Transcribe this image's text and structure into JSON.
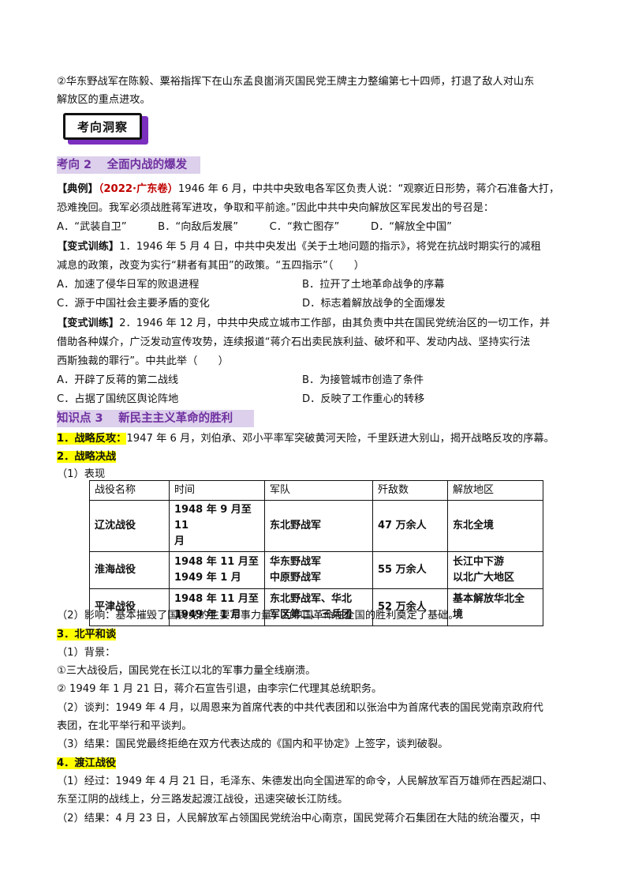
{
  "intro": {
    "line1": "②华东野战军在陈毅、粟裕指挥下在山东孟良崮消灭国民党王牌主力整编第七十四师，打退了敌人对山东",
    "line2": "解放区的重点进攻。"
  },
  "banner": {
    "label": "考向洞察"
  },
  "section2": {
    "title": "考向 2　 全面内战的爆发",
    "example": {
      "tag": "【典例】",
      "source": "（2022·广东卷）",
      "line1": "1946 年 6 月，中共中央致电各军区负责人说：“观察近日形势，蒋介石准备大打，",
      "line2": "恐难挽回。我军必须战胜蒋军进攻，争取和平前途。”因此中共中央向解放区军民发出的号召是：",
      "options": "A．“武装自卫”　　　B．“向敌后发展”　　　C．“救亡图存”　　　D．“解放全中国”"
    },
    "drill1": {
      "tag": "【变式训练】",
      "line1": "1．1946 年 5 月 4 日，中共中央发出《关于土地问题的指示》，将党在抗战时期实行的减租",
      "line2": "减息的政策，改变为实行“耕者有其田”的政策。“五四指示”（　　）",
      "optA": "A．加速了侵华日军的败退进程",
      "optB": "B．拉开了土地革命战争的序幕",
      "optC": "C．源于中国社会主要矛盾的变化",
      "optD": "D．标志着解放战争的全面爆发"
    },
    "drill2": {
      "tag": "【变式训练】",
      "line1": "2．1946 年 12 月，中共中央成立城市工作部，由其负责中共在国民党统治区的一切工作，并",
      "line2": "借助各种媒介，广泛发动宣传攻势，连续报道“蒋介石出卖民族利益、破坏和平、发动内战、坚持实行法",
      "line3": "西斯独裁的罪行”。中共此举（　　）",
      "optA": "A．开辟了反蒋的第二战线",
      "optB": "B．为接管城市创造了条件",
      "optC": "C．占据了国统区舆论阵地",
      "optD": "D．反映了工作重心的转移"
    }
  },
  "section3": {
    "title": "知识点 3　 新民主主义革命的胜利",
    "p1_label": "1．战略反攻：",
    "p1_text": "1947 年 6 月，刘伯承、邓小平率军突破黄河天险，千里跃进大别山，揭开战略反攻的序幕。",
    "p2_label": "2．战略决战",
    "p2_sub": "（1）表现",
    "table": {
      "headers": [
        "战役名称",
        "时间",
        "军队",
        "歼敌数",
        "解放地区"
      ],
      "rows": [
        [
          "辽沈战役",
          "1948 年 9 月至 11\n月",
          "东北野战军",
          "47 万余人",
          "东北全境"
        ],
        [
          "淮海战役",
          "1948 年 11 月至\n1949 年 1 月",
          "华东野战军\n中原野战军",
          "55 万余人",
          "长江中下游\n以北广大地区"
        ],
        [
          "平津战役",
          "1948 年 11 月至\n1949 年 1 月",
          "东北野战军、华北\n军区第二、三兵团",
          "52 万余人",
          "基本解放华北全\n境"
        ]
      ]
    },
    "p2_effect": "（2）影响：基本摧毁了国民党的主要军事力量，为中国革命在全国的胜利奠定了基础。",
    "p3_label": "3．北平和谈",
    "p3_bg": "（1）背景：",
    "p3_bg1": "①三大战役后，国民党在长江以北的军事力量全线崩溃。",
    "p3_bg2": "② 1949 年 1 月 21 日，蒋介石宣告引退，由李宗仁代理其总统职务。",
    "p3_talk1": "（2）谈判：1949 年 4 月，以周恩来为首席代表的中共代表团和以张治中为首席代表的国民党南京政府代",
    "p3_talk2": "表团，在北平举行和平谈判。",
    "p3_result": "（3）结果：国民党最终拒绝在双方代表达成的《国内和平协定》上签字，谈判破裂。",
    "p4_label": "4．渡江战役",
    "p4_proc1": "（1）经过：1949 年 4 月 21 日，毛泽东、朱德发出向全国进军的命令，人民解放军百万雄师在西起湖口、",
    "p4_proc2": "东至江阴的战线上，分三路发起渡江战役，迅速突破长江防线。",
    "p4_result": "（2）结果：4 月 23 日，人民解放军占领国民党统治中心南京，国民党蒋介石集团在大陆的统治覆灭，中"
  }
}
